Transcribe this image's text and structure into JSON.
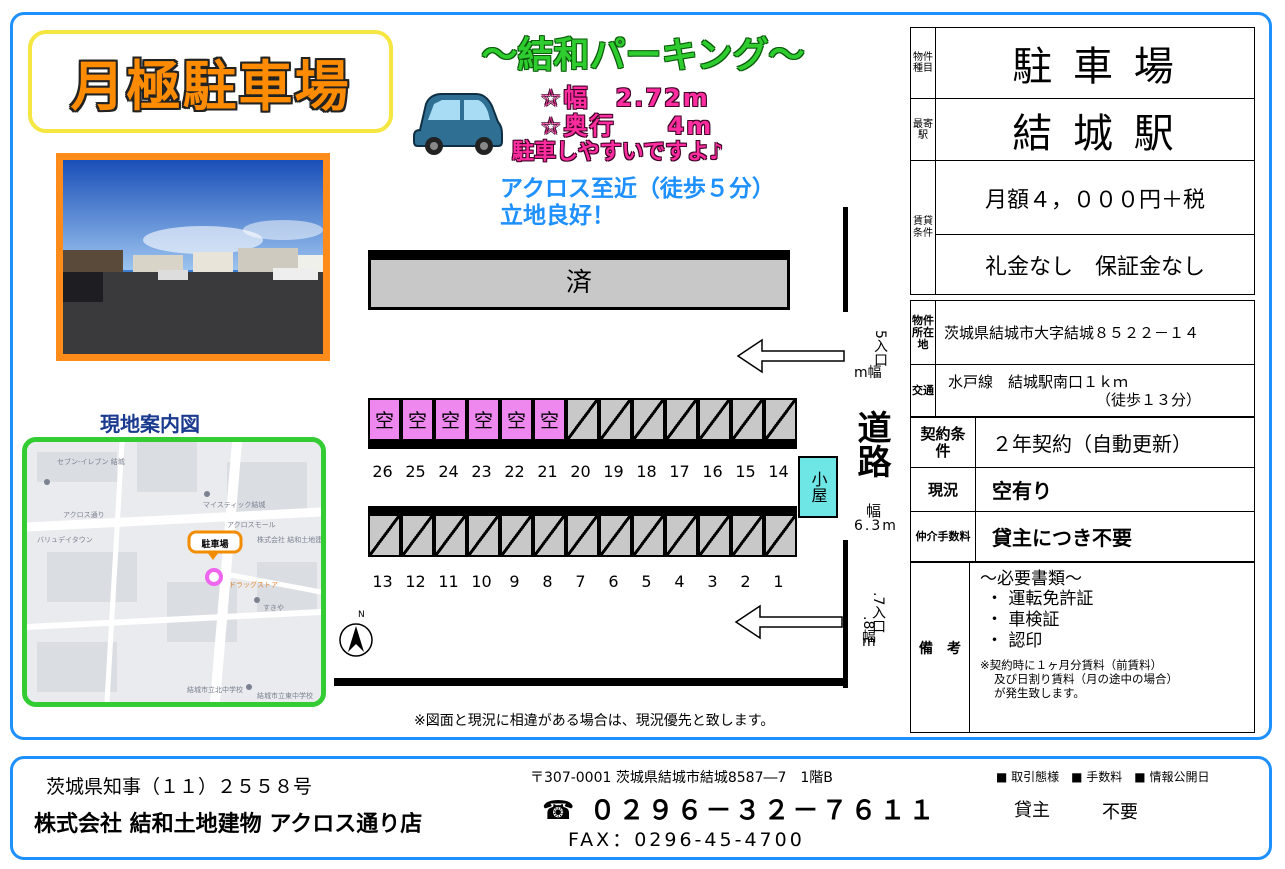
{
  "title": "月極駐車場",
  "parking_name": "～結和パーキング～",
  "specs": {
    "width": "☆幅　2.72m",
    "depth": "☆奥行　　4m",
    "easy": "駐車しやすいですよ♪"
  },
  "nearby": {
    "line1": "アクロス至近（徒歩５分）",
    "line2": "立地良好！"
  },
  "map": {
    "title": "現地案内図",
    "marker_label": "駐車場",
    "labels": [
      "セブン-イレブン 結城",
      "マイスティック結城",
      "アクロスモール",
      "アクロス通り",
      "バリュデイタウン",
      "株式会社 結和土地建物",
      "ドラッグストア",
      "すきや",
      "結城市立北中学校",
      "結城市立東中学校"
    ]
  },
  "layout": {
    "block_done": "済",
    "vacant_label": "空",
    "top_row_numbers": [
      "26",
      "25",
      "24",
      "23",
      "22",
      "21",
      "20",
      "19",
      "18",
      "17",
      "16",
      "15",
      "14"
    ],
    "top_row_status": [
      "vacant",
      "vacant",
      "vacant",
      "vacant",
      "vacant",
      "vacant",
      "occupied",
      "occupied",
      "occupied",
      "occupied",
      "occupied",
      "occupied",
      "occupied"
    ],
    "bottom_row_numbers": [
      "13",
      "12",
      "11",
      "10",
      "9",
      "8",
      "7",
      "6",
      "5",
      "4",
      "3",
      "2",
      "1"
    ],
    "koya": "小屋",
    "road": "道路",
    "road_width_label": "幅",
    "road_width": "6.3m",
    "entrance1_label": "5入口",
    "entrance1_unit": "m幅",
    "entrance2_label": ".7入口",
    "entrance2_sub": ".8幅",
    "entrance2_unit": "m",
    "north": "N"
  },
  "info": {
    "type_label": "物件種目",
    "type_value": "駐 車 場",
    "station_label": "最寄駅",
    "station_value": "結 城 駅",
    "lease_label": "賃貸条件",
    "lease_value1": "月額４，０００円＋税",
    "lease_value2": "礼金なし　保証金なし",
    "address_label": "物件所在地",
    "address_value": "茨城県結城市大字結城８５２２－１４",
    "transport_label": "交通",
    "transport_value1": "水戸線　結城駅南口１ｋｍ",
    "transport_value2": "（徒歩１３分）",
    "contract_label": "契約条件",
    "contract_value": "２年契約（自動更新）",
    "status_label": "現況",
    "status_value": "空有り",
    "fee_label": "仲介手数料",
    "fee_value": "貸主につき不要",
    "remarks_label": "備　考",
    "remarks_title": "～必要書類～",
    "remarks_items": [
      "・ 運転免許証",
      "・ 車検証",
      "・ 認印"
    ],
    "remarks_note1": "※契約時に１ヶ月分賃料（前賃料）",
    "remarks_note2": "及び日割り賃料（月の途中の場合）",
    "remarks_note3": "が発生致します。"
  },
  "note": "※図面と現況に相違がある場合は、現況優先と致します。",
  "footer": {
    "license": "茨城県知事（１１）２５５８号",
    "company": "株式会社 結和土地建物 アクロス通り店",
    "address": "〒307-0001 茨城県結城市結城8587―7　1階B",
    "phone": "☎ ０２９６－３２－７６１１",
    "fax": "FAX：0296-45-4700",
    "legend": "■ 取引態様　■ 手数料　■ 情報公開日",
    "transaction": "貸主",
    "commission": "不要"
  },
  "colors": {
    "frame": "#1e90ff",
    "title_orange": "#ff8c00",
    "title_border": "#f5e642",
    "green": "#2ecc2e",
    "pink": "#ff2da0",
    "vacant": "#ee88ee",
    "koya": "#6ee6e6"
  }
}
